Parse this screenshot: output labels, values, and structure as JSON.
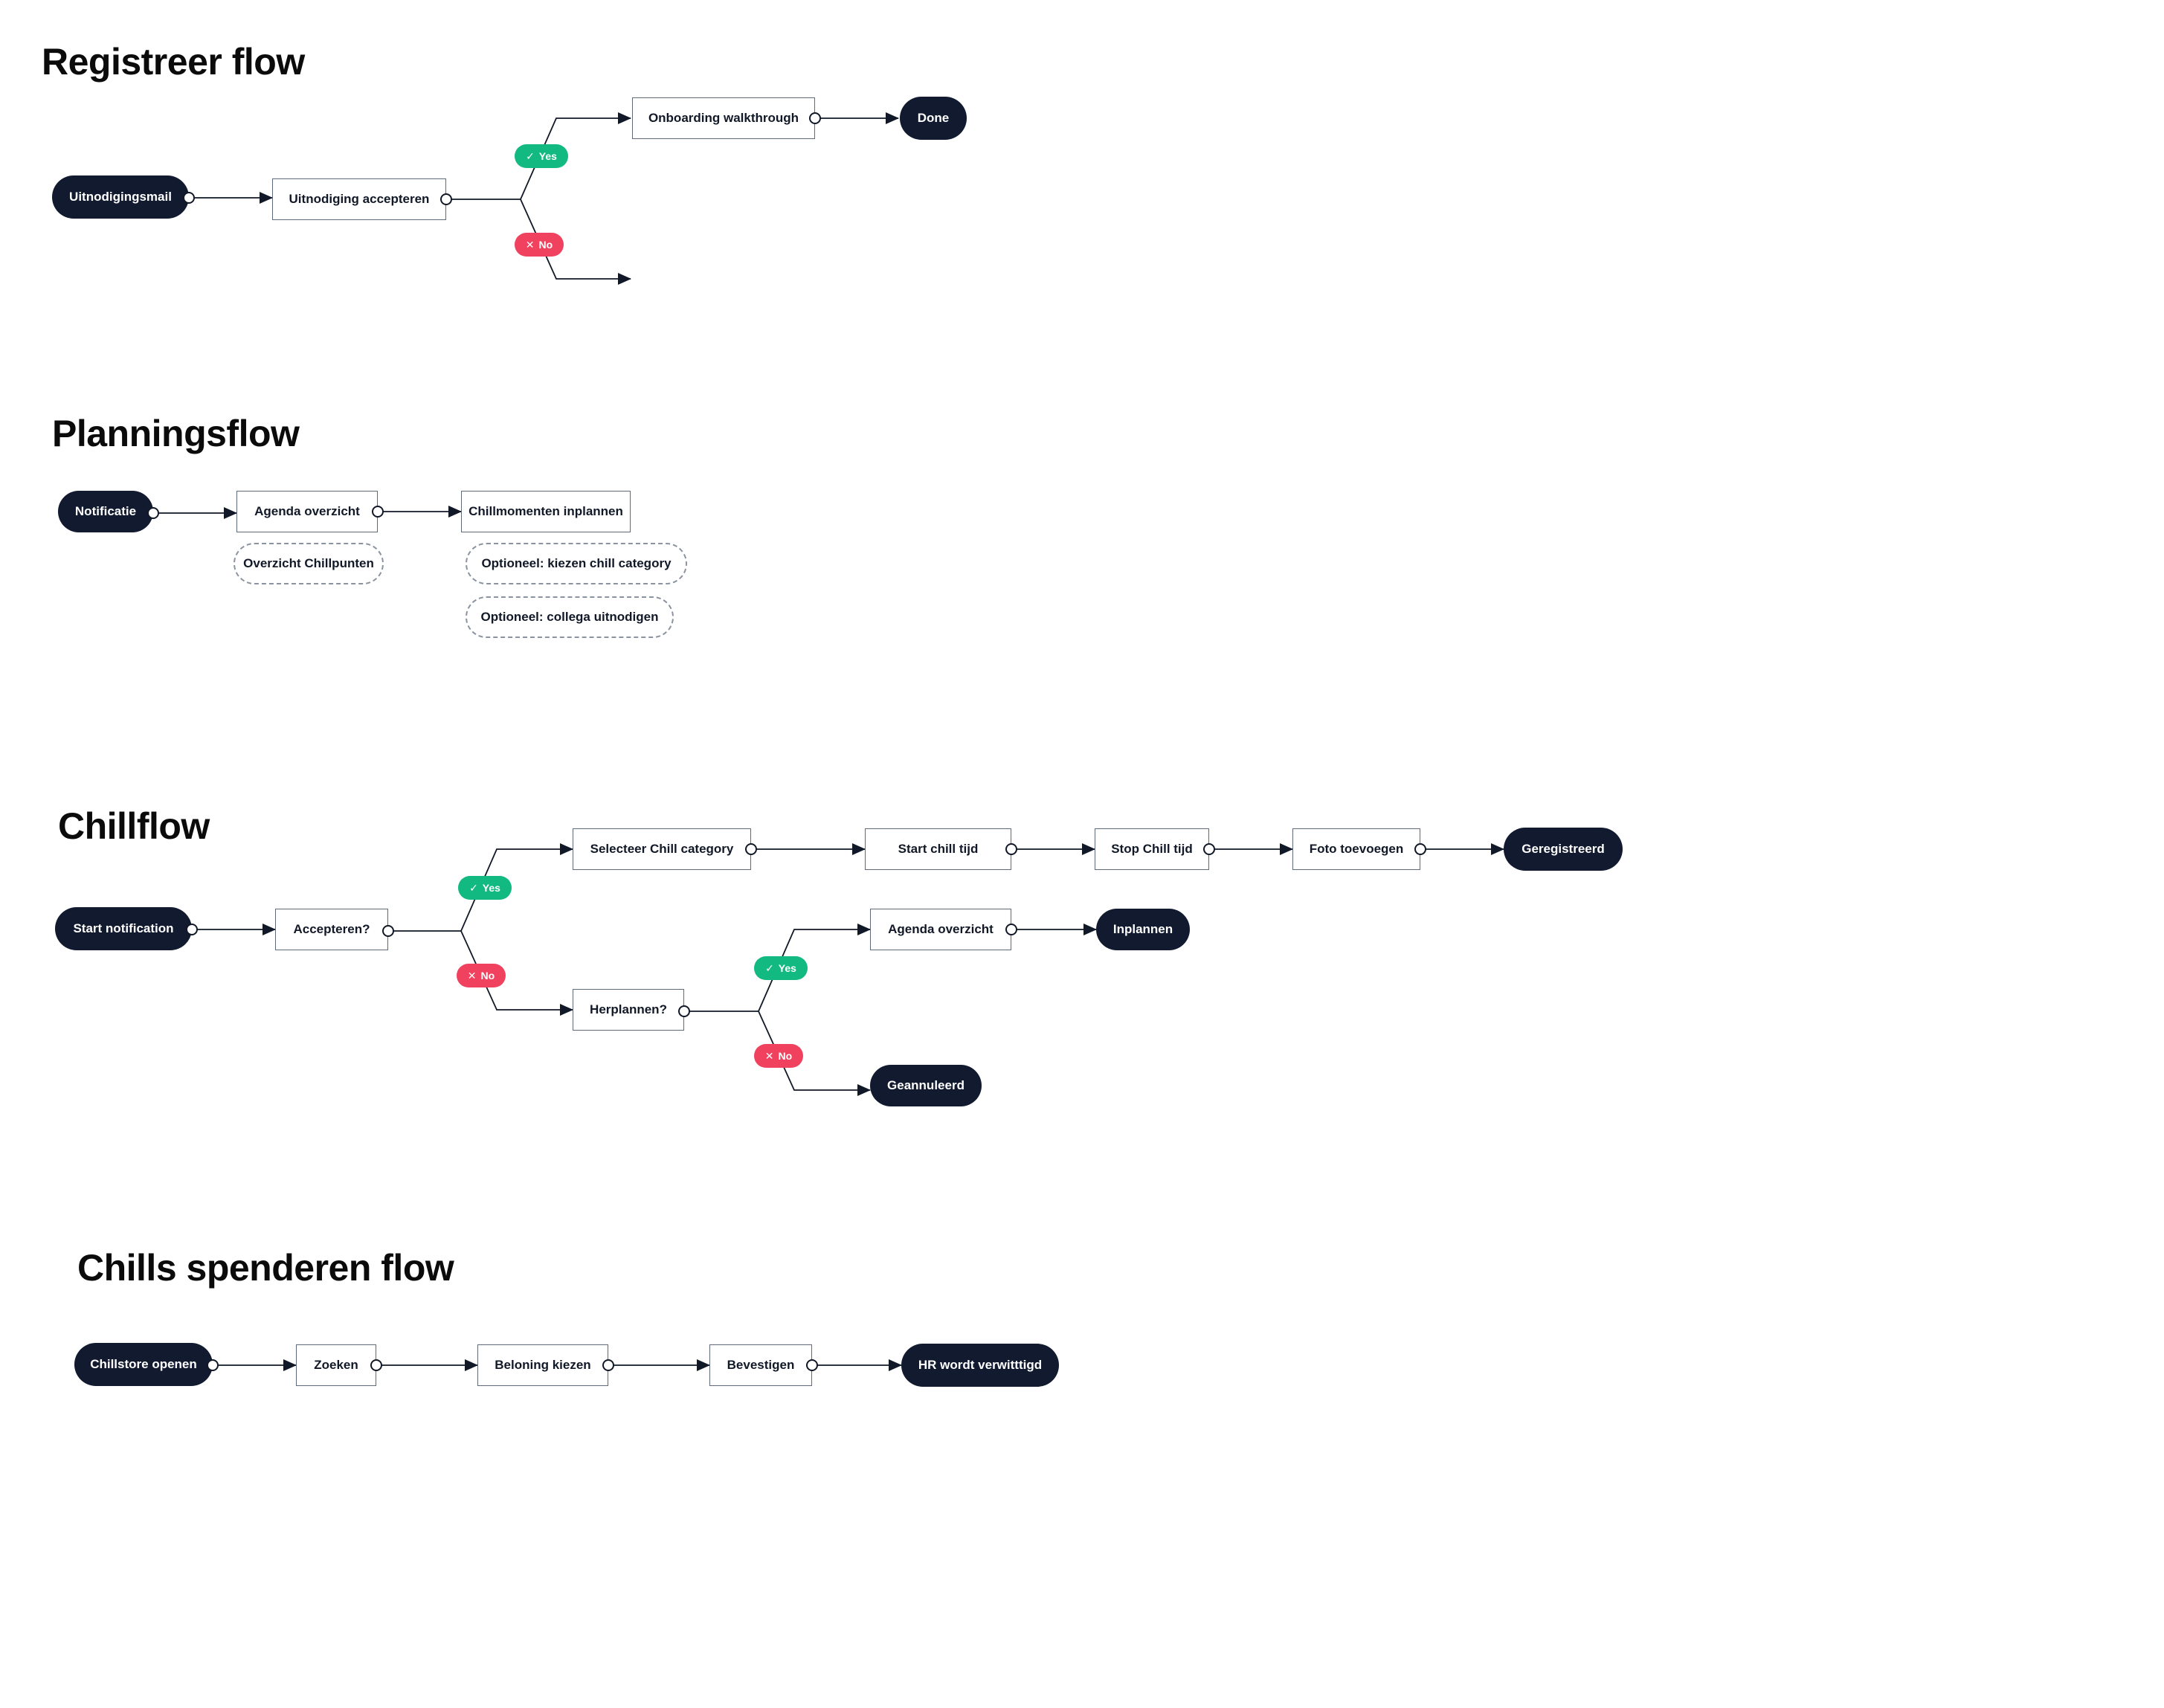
{
  "sections": {
    "registreer": {
      "title": "Registreer flow",
      "uitnodigingsmail": "Uitnodigingsmail",
      "uitnodiging_accepteren": "Uitnodiging accepteren",
      "onboarding_walkthrough": "Onboarding walkthrough",
      "done": "Done"
    },
    "planning": {
      "title": "Planningsflow",
      "notificatie": "Notificatie",
      "agenda_overzicht": "Agenda overzicht",
      "chillmomenten_inplannen": "Chillmomenten inplannen",
      "overzicht_chillpunten": "Overzicht Chillpunten",
      "optioneel_category": "Optioneel: kiezen chill category",
      "optioneel_collega": "Optioneel: collega uitnodigen"
    },
    "chill": {
      "title": "Chillflow",
      "start_notification": "Start notification",
      "accepteren": "Accepteren?",
      "selecteer_category": "Selecteer Chill category",
      "start_chill_tijd": "Start chill tijd",
      "stop_chill_tijd": "Stop Chill tijd",
      "foto_toevoegen": "Foto toevoegen",
      "geregistreerd": "Geregistreerd",
      "herplannen": "Herplannen?",
      "agenda_overzicht": "Agenda overzicht",
      "inplannen": "Inplannen",
      "geannuleerd": "Geannuleerd"
    },
    "spenderen": {
      "title": "Chills spenderen flow",
      "chillstore_openen": "Chillstore openen",
      "zoeken": "Zoeken",
      "beloning_kiezen": "Beloning kiezen",
      "bevestigen": "Bevestigen",
      "hr_verwittigd": "HR wordt verwitttigd"
    }
  },
  "badges": {
    "yes": "Yes",
    "no": "No",
    "yes_icon": "check-icon",
    "no_icon": "cross-icon"
  },
  "colors": {
    "node_dark": "#111a2e",
    "yes": "#12b981",
    "no": "#f0425e",
    "edge": "#111827"
  }
}
